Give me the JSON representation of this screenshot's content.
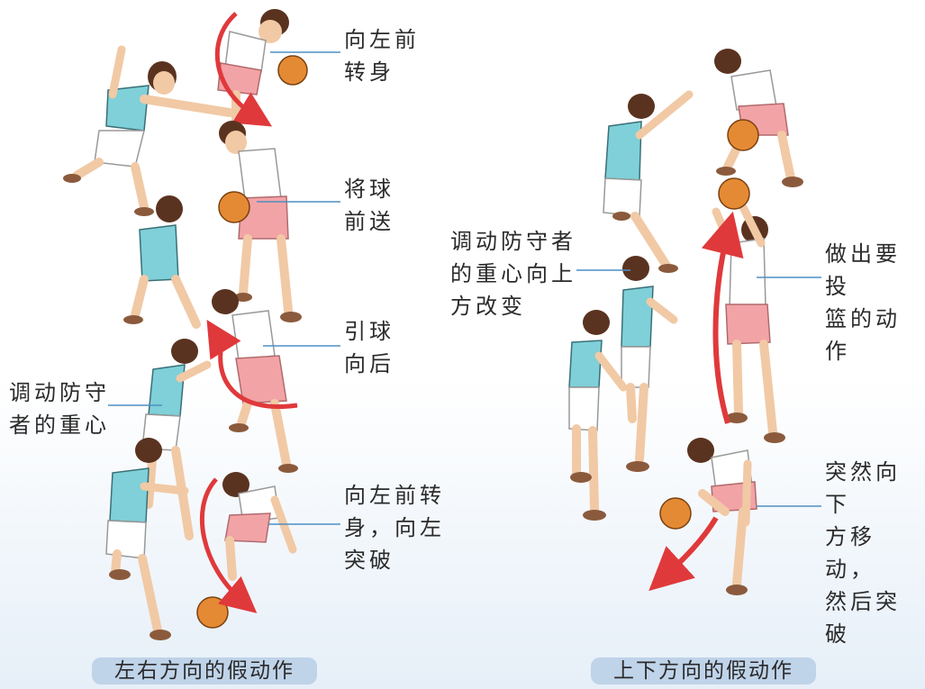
{
  "colors": {
    "arrow": "#e0393b",
    "leader_line": "#4f8fc4",
    "shirt_defender": "#7fd0d8",
    "shorts_attacker": "#f2a3a6",
    "ball": "#e58a34",
    "caption_bg": "#bfd3e9"
  },
  "left_panel": {
    "caption": "左右方向的假动作",
    "labels": {
      "turn_left_forward": "向左前\n转身",
      "push_ball_forward": "将球\n前送",
      "pull_ball_back": "引球\n向后",
      "shift_defender": "调动防守\n者的重心",
      "turn_and_break": "向左前转\n身，向左\n突破"
    }
  },
  "right_panel": {
    "caption": "上下方向的假动作",
    "labels": {
      "shift_defender_up": "调动防守者\n的重心向上\n方改变",
      "shot_motion": "做出要投\n篮的动作",
      "sudden_drop": "突然向下\n方移动，\n然后突破"
    }
  }
}
